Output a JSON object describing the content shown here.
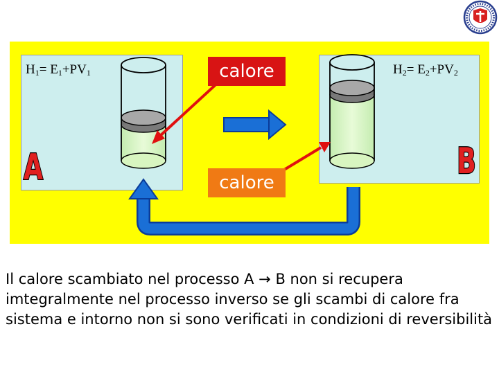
{
  "formulas": {
    "h1": {
      "lhs": "H",
      "lhs_sub": "1",
      "eq": "= E",
      "e_sub": "1",
      "plus": "+PV",
      "v_sub": "1"
    },
    "h2": {
      "lhs": "H",
      "lhs_sub": "2",
      "eq": "= E",
      "e_sub": "2",
      "plus": "+PV",
      "v_sub": "2"
    }
  },
  "labels": {
    "state_a": "A",
    "state_b": "B",
    "heat_forward": "calore",
    "heat_reverse": "calore"
  },
  "caption": "Il calore scambiato nel processo A → B  non si recupera imtegralmente nel processo inverso se  gli scambi di calore fra sistema e intorno non si sono verificati in condizioni di reversibilità",
  "colors": {
    "background": "#ffff00",
    "panel": "#cdeeee",
    "gas": "#d8f5c0",
    "arrow_red": "#e01010",
    "arrow_blue": "#1a6fd6",
    "heat_forward_box": "#d81414",
    "heat_reverse_box": "#f07a14"
  },
  "icons": {
    "logo": "university-seal-icon"
  }
}
